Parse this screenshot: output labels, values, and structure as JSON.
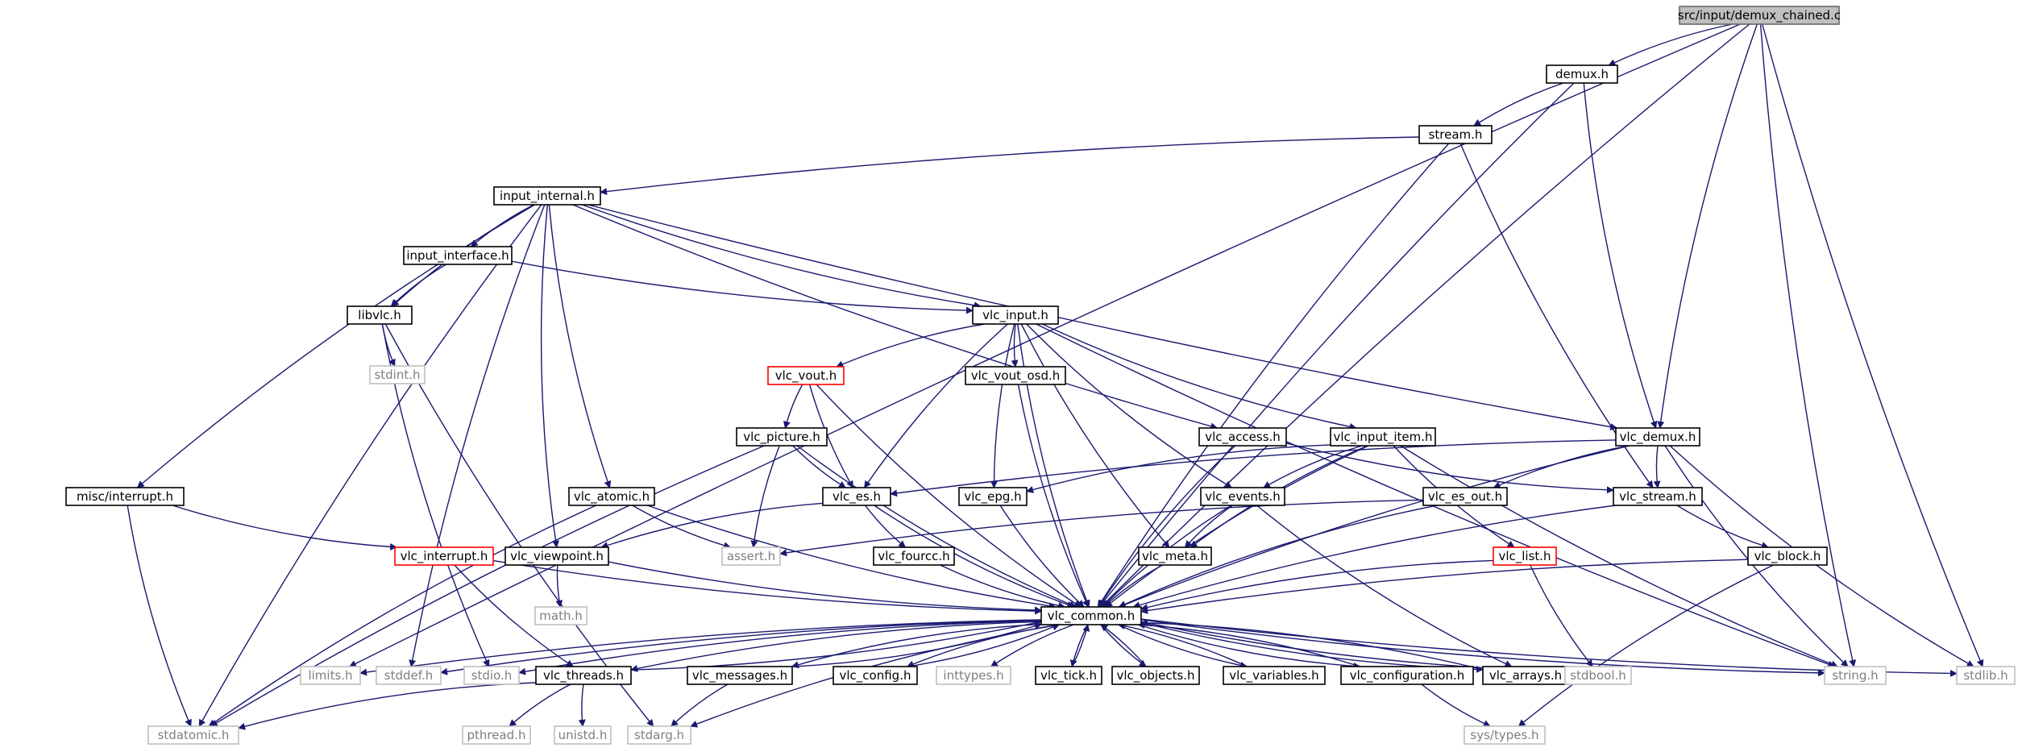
{
  "colors": {
    "edge": "#191970",
    "root_fill": "#bfbfbf",
    "linked_border": "#000000",
    "truncated_border": "#ff0000",
    "external_border": "#bfbfbf",
    "external_text": "#7f7f7f"
  },
  "nodes": [
    {
      "id": "demux_chained",
      "label": "src/input/demux_chained.c",
      "kind": "root"
    },
    {
      "id": "demux_h",
      "label": "demux.h",
      "kind": "linked"
    },
    {
      "id": "stream_h",
      "label": "stream.h",
      "kind": "linked"
    },
    {
      "id": "input_internal",
      "label": "input_internal.h",
      "kind": "linked"
    },
    {
      "id": "input_interface",
      "label": "input_interface.h",
      "kind": "linked"
    },
    {
      "id": "libvlc",
      "label": "libvlc.h",
      "kind": "linked"
    },
    {
      "id": "stdint",
      "label": "stdint.h",
      "kind": "external"
    },
    {
      "id": "vlc_input",
      "label": "vlc_input.h",
      "kind": "linked"
    },
    {
      "id": "vlc_vout",
      "label": "vlc_vout.h",
      "kind": "truncated"
    },
    {
      "id": "vlc_vout_osd",
      "label": "vlc_vout_osd.h",
      "kind": "linked"
    },
    {
      "id": "vlc_picture",
      "label": "vlc_picture.h",
      "kind": "linked"
    },
    {
      "id": "vlc_access",
      "label": "vlc_access.h",
      "kind": "linked"
    },
    {
      "id": "vlc_input_item",
      "label": "vlc_input_item.h",
      "kind": "linked"
    },
    {
      "id": "vlc_demux",
      "label": "vlc_demux.h",
      "kind": "linked"
    },
    {
      "id": "misc_interrupt",
      "label": "misc/interrupt.h",
      "kind": "linked"
    },
    {
      "id": "vlc_atomic",
      "label": "vlc_atomic.h",
      "kind": "linked"
    },
    {
      "id": "vlc_es",
      "label": "vlc_es.h",
      "kind": "linked"
    },
    {
      "id": "vlc_epg",
      "label": "vlc_epg.h",
      "kind": "linked"
    },
    {
      "id": "vlc_events",
      "label": "vlc_events.h",
      "kind": "linked"
    },
    {
      "id": "vlc_es_out",
      "label": "vlc_es_out.h",
      "kind": "linked"
    },
    {
      "id": "vlc_stream",
      "label": "vlc_stream.h",
      "kind": "linked"
    },
    {
      "id": "vlc_interrupt",
      "label": "vlc_interrupt.h",
      "kind": "truncated"
    },
    {
      "id": "vlc_viewpoint",
      "label": "vlc_viewpoint.h",
      "kind": "linked"
    },
    {
      "id": "assert",
      "label": "assert.h",
      "kind": "external"
    },
    {
      "id": "vlc_fourcc",
      "label": "vlc_fourcc.h",
      "kind": "linked"
    },
    {
      "id": "vlc_meta",
      "label": "vlc_meta.h",
      "kind": "linked"
    },
    {
      "id": "vlc_list",
      "label": "vlc_list.h",
      "kind": "truncated"
    },
    {
      "id": "vlc_block",
      "label": "vlc_block.h",
      "kind": "linked"
    },
    {
      "id": "math",
      "label": "math.h",
      "kind": "external"
    },
    {
      "id": "vlc_common",
      "label": "vlc_common.h",
      "kind": "linked"
    },
    {
      "id": "limits",
      "label": "limits.h",
      "kind": "external"
    },
    {
      "id": "stddef",
      "label": "stddef.h",
      "kind": "external"
    },
    {
      "id": "stdio",
      "label": "stdio.h",
      "kind": "external"
    },
    {
      "id": "vlc_threads",
      "label": "vlc_threads.h",
      "kind": "linked"
    },
    {
      "id": "vlc_messages",
      "label": "vlc_messages.h",
      "kind": "linked"
    },
    {
      "id": "vlc_config",
      "label": "vlc_config.h",
      "kind": "linked"
    },
    {
      "id": "inttypes",
      "label": "inttypes.h",
      "kind": "external"
    },
    {
      "id": "vlc_tick",
      "label": "vlc_tick.h",
      "kind": "linked"
    },
    {
      "id": "vlc_objects",
      "label": "vlc_objects.h",
      "kind": "linked"
    },
    {
      "id": "vlc_variables",
      "label": "vlc_variables.h",
      "kind": "linked"
    },
    {
      "id": "vlc_configuration",
      "label": "vlc_configuration.h",
      "kind": "linked"
    },
    {
      "id": "vlc_arrays",
      "label": "vlc_arrays.h",
      "kind": "linked"
    },
    {
      "id": "stdbool",
      "label": "stdbool.h",
      "kind": "external"
    },
    {
      "id": "string",
      "label": "string.h",
      "kind": "external"
    },
    {
      "id": "stdlib",
      "label": "stdlib.h",
      "kind": "external"
    },
    {
      "id": "stdatomic",
      "label": "stdatomic.h",
      "kind": "external"
    },
    {
      "id": "pthread",
      "label": "pthread.h",
      "kind": "external"
    },
    {
      "id": "unistd",
      "label": "unistd.h",
      "kind": "external"
    },
    {
      "id": "stdarg",
      "label": "stdarg.h",
      "kind": "external"
    },
    {
      "id": "sys_types",
      "label": "sys/types.h",
      "kind": "external"
    }
  ],
  "edges": [
    [
      "demux_chained",
      "demux_h"
    ],
    [
      "demux_chained",
      "vlc_demux"
    ],
    [
      "demux_chained",
      "vlc_common"
    ],
    [
      "demux_chained",
      "string"
    ],
    [
      "demux_chained",
      "stdlib"
    ],
    [
      "demux_chained",
      "limits"
    ],
    [
      "demux_h",
      "stream_h"
    ],
    [
      "demux_h",
      "vlc_demux"
    ],
    [
      "demux_h",
      "vlc_common"
    ],
    [
      "stream_h",
      "input_internal"
    ],
    [
      "stream_h",
      "vlc_stream"
    ],
    [
      "stream_h",
      "vlc_common"
    ],
    [
      "input_internal",
      "input_interface"
    ],
    [
      "input_internal",
      "libvlc"
    ],
    [
      "input_internal",
      "vlc_input"
    ],
    [
      "input_internal",
      "vlc_access"
    ],
    [
      "input_internal",
      "vlc_demux"
    ],
    [
      "input_internal",
      "misc_interrupt"
    ],
    [
      "input_internal",
      "vlc_atomic"
    ],
    [
      "input_internal",
      "vlc_viewpoint"
    ],
    [
      "input_internal",
      "stdatomic"
    ],
    [
      "input_internal",
      "stddef"
    ],
    [
      "input_interface",
      "libvlc"
    ],
    [
      "input_interface",
      "vlc_input"
    ],
    [
      "libvlc",
      "stdint"
    ],
    [
      "libvlc",
      "stdio"
    ],
    [
      "libvlc",
      "stdarg"
    ],
    [
      "vlc_input",
      "vlc_vout"
    ],
    [
      "vlc_input",
      "vlc_vout_osd"
    ],
    [
      "vlc_input",
      "vlc_es"
    ],
    [
      "vlc_input",
      "vlc_epg"
    ],
    [
      "vlc_input",
      "vlc_common"
    ],
    [
      "vlc_input",
      "vlc_meta"
    ],
    [
      "vlc_input",
      "vlc_events"
    ],
    [
      "vlc_input",
      "vlc_input_item"
    ],
    [
      "vlc_input",
      "string"
    ],
    [
      "vlc_vout",
      "vlc_picture"
    ],
    [
      "vlc_vout",
      "vlc_es"
    ],
    [
      "vlc_vout",
      "vlc_common"
    ],
    [
      "vlc_vout_osd",
      "vlc_common"
    ],
    [
      "vlc_picture",
      "vlc_es"
    ],
    [
      "vlc_picture",
      "assert"
    ],
    [
      "vlc_picture",
      "vlc_common"
    ],
    [
      "vlc_picture",
      "stdatomic"
    ],
    [
      "vlc_access",
      "vlc_stream"
    ],
    [
      "vlc_access",
      "vlc_common"
    ],
    [
      "vlc_input_item",
      "vlc_epg"
    ],
    [
      "vlc_input_item",
      "vlc_events"
    ],
    [
      "vlc_input_item",
      "vlc_meta"
    ],
    [
      "vlc_input_item",
      "vlc_list"
    ],
    [
      "vlc_input_item",
      "vlc_common"
    ],
    [
      "vlc_input_item",
      "string"
    ],
    [
      "vlc_demux",
      "vlc_es"
    ],
    [
      "vlc_demux",
      "vlc_es_out"
    ],
    [
      "vlc_demux",
      "vlc_stream"
    ],
    [
      "vlc_demux",
      "vlc_common"
    ],
    [
      "vlc_demux",
      "string"
    ],
    [
      "vlc_demux",
      "stdlib"
    ],
    [
      "misc_interrupt",
      "vlc_interrupt"
    ],
    [
      "misc_interrupt",
      "stdatomic"
    ],
    [
      "vlc_atomic",
      "assert"
    ],
    [
      "vlc_atomic",
      "vlc_common"
    ],
    [
      "vlc_atomic",
      "stdatomic"
    ],
    [
      "vlc_es",
      "vlc_fourcc"
    ],
    [
      "vlc_es",
      "vlc_viewpoint"
    ],
    [
      "vlc_es",
      "vlc_common"
    ],
    [
      "vlc_epg",
      "vlc_common"
    ],
    [
      "vlc_events",
      "vlc_meta"
    ],
    [
      "vlc_events",
      "vlc_common"
    ],
    [
      "vlc_events",
      "vlc_arrays"
    ],
    [
      "vlc_es_out",
      "assert"
    ],
    [
      "vlc_es_out",
      "vlc_common"
    ],
    [
      "vlc_stream",
      "vlc_block"
    ],
    [
      "vlc_stream",
      "vlc_common"
    ],
    [
      "vlc_interrupt",
      "vlc_common"
    ],
    [
      "vlc_interrupt",
      "vlc_threads"
    ],
    [
      "vlc_viewpoint",
      "math"
    ],
    [
      "vlc_viewpoint",
      "vlc_common"
    ],
    [
      "vlc_fourcc",
      "vlc_common"
    ],
    [
      "vlc_meta",
      "vlc_common"
    ],
    [
      "vlc_list",
      "vlc_common"
    ],
    [
      "vlc_list",
      "stdbool"
    ],
    [
      "vlc_block",
      "vlc_common"
    ],
    [
      "vlc_block",
      "sys_types"
    ],
    [
      "vlc_common",
      "limits"
    ],
    [
      "vlc_common",
      "stddef"
    ],
    [
      "vlc_common",
      "stdio"
    ],
    [
      "vlc_common",
      "vlc_threads"
    ],
    [
      "vlc_common",
      "vlc_messages"
    ],
    [
      "vlc_common",
      "vlc_config"
    ],
    [
      "vlc_common",
      "inttypes"
    ],
    [
      "vlc_common",
      "vlc_tick"
    ],
    [
      "vlc_common",
      "vlc_objects"
    ],
    [
      "vlc_common",
      "vlc_variables"
    ],
    [
      "vlc_common",
      "vlc_configuration"
    ],
    [
      "vlc_common",
      "vlc_arrays"
    ],
    [
      "vlc_common",
      "stdbool"
    ],
    [
      "vlc_common",
      "string"
    ],
    [
      "vlc_common",
      "stdlib"
    ],
    [
      "vlc_common",
      "stdarg"
    ],
    [
      "vlc_threads",
      "vlc_common"
    ],
    [
      "vlc_threads",
      "stdatomic"
    ],
    [
      "vlc_threads",
      "pthread"
    ],
    [
      "vlc_threads",
      "unistd"
    ],
    [
      "vlc_messages",
      "vlc_common"
    ],
    [
      "vlc_messages",
      "stdarg"
    ],
    [
      "vlc_config",
      "vlc_common"
    ],
    [
      "vlc_tick",
      "vlc_common"
    ],
    [
      "vlc_objects",
      "vlc_common"
    ],
    [
      "vlc_variables",
      "vlc_common"
    ],
    [
      "vlc_configuration",
      "vlc_common"
    ],
    [
      "vlc_configuration",
      "sys_types"
    ],
    [
      "vlc_arrays",
      "vlc_common"
    ]
  ]
}
